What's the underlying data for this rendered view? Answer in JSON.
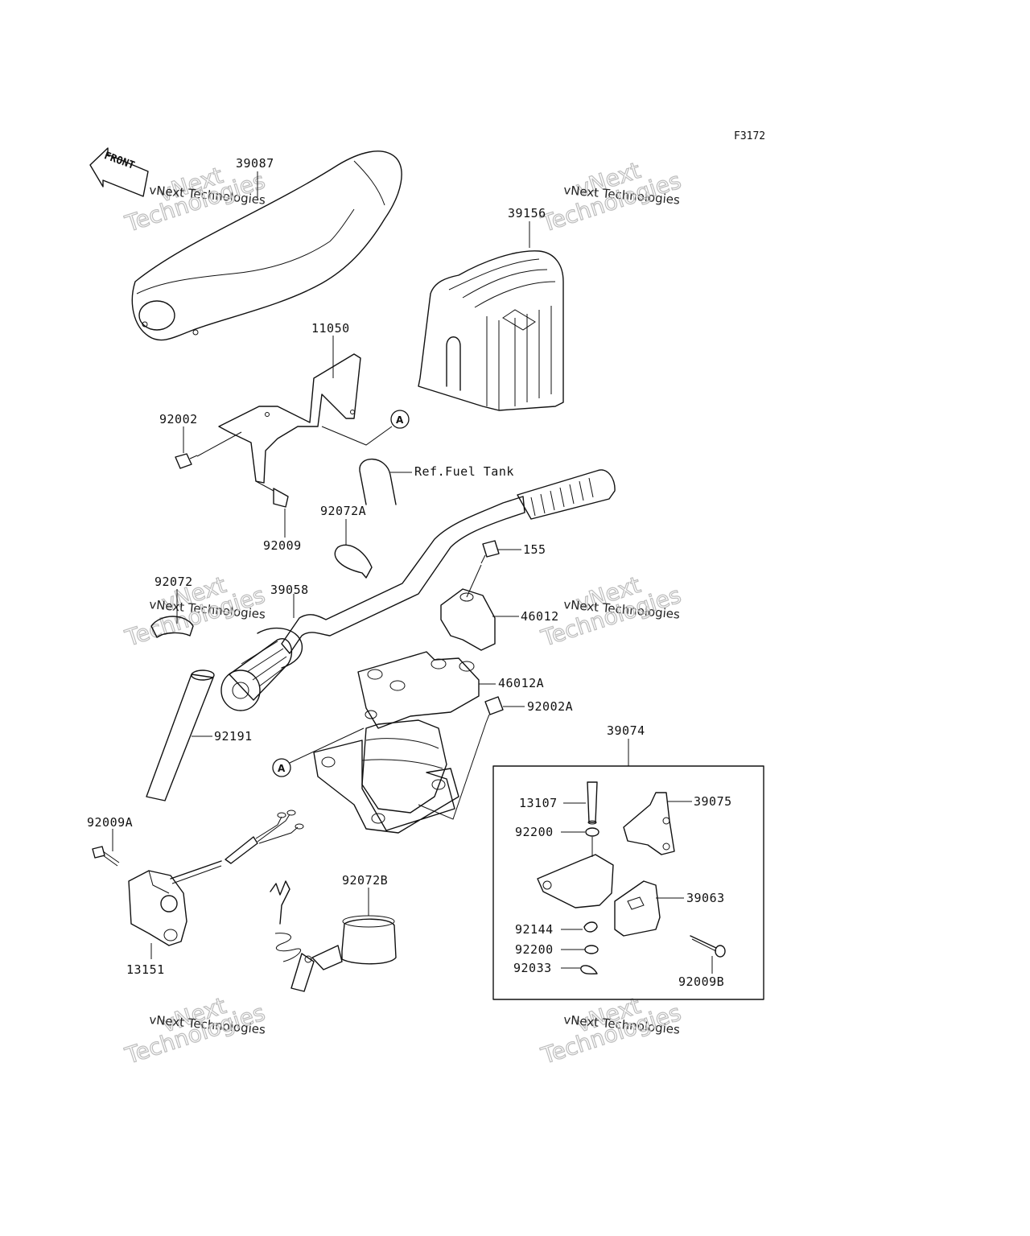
{
  "figure_code": "F3172",
  "front_label": "FRONT",
  "watermark": {
    "line1": "vNext",
    "line2": "vNext Technologies",
    "line3": "Technologies"
  },
  "reference_marker": "A",
  "fuel_tank_ref": "Ref.Fuel Tank",
  "parts": {
    "p39087": "39087",
    "p39156": "39156",
    "p11050": "11050",
    "p92002": "92002",
    "p92009": "92009",
    "p92072A": "92072A",
    "p155": "155",
    "p92072": "92072",
    "p39058": "39058",
    "p46012": "46012",
    "p46012A": "46012A",
    "p92002A": "92002A",
    "p92191": "92191",
    "p39074": "39074",
    "p13107": "13107",
    "p39075": "39075",
    "p92200a": "92200",
    "p39063": "39063",
    "p92144": "92144",
    "p92200b": "92200",
    "p92033": "92033",
    "p92009B": "92009B",
    "p92009A": "92009A",
    "p92072B": "92072B",
    "p13151": "13151"
  }
}
